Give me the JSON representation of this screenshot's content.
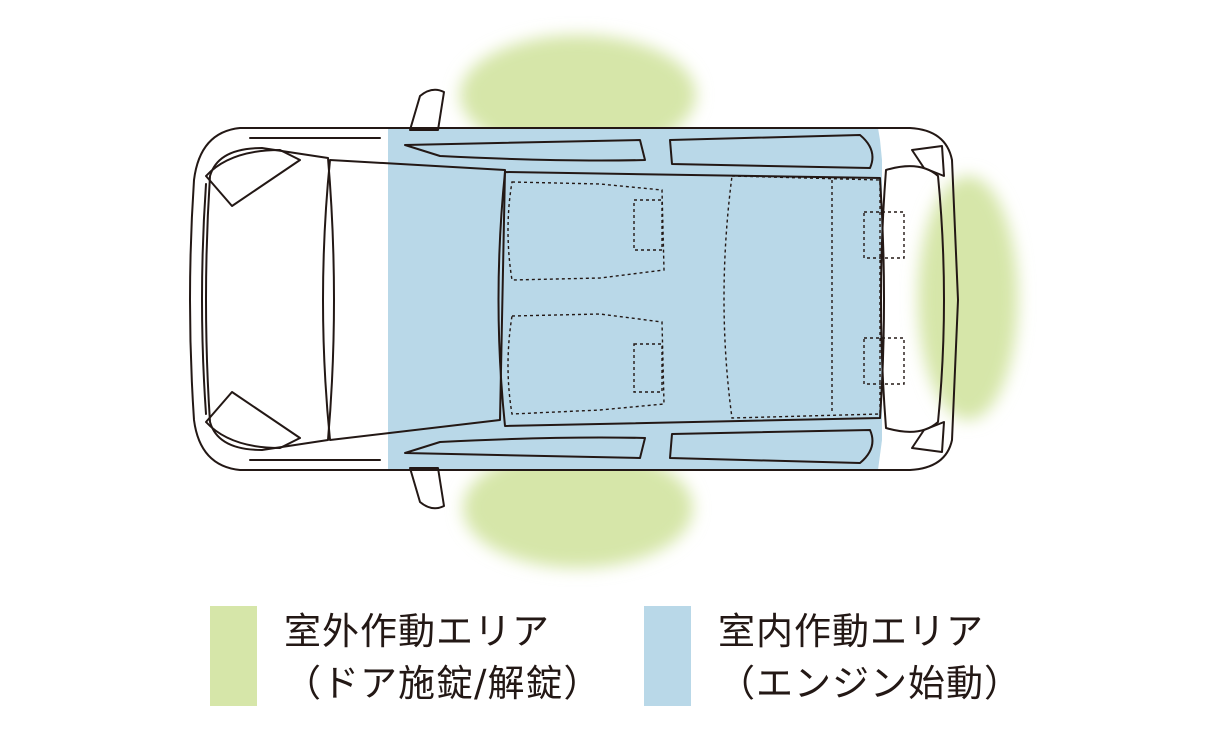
{
  "colors": {
    "exterior_zone": "#d6e6a9",
    "interior_zone": "#b9d8e8",
    "outline": "#231815",
    "text": "#231815"
  },
  "legend": {
    "exterior": {
      "line1": "室外作動エリア",
      "line2": "（ドア施錠/解錠）"
    },
    "interior": {
      "line1": "室内作動エリア",
      "line2": "（エンジン始動）"
    }
  }
}
